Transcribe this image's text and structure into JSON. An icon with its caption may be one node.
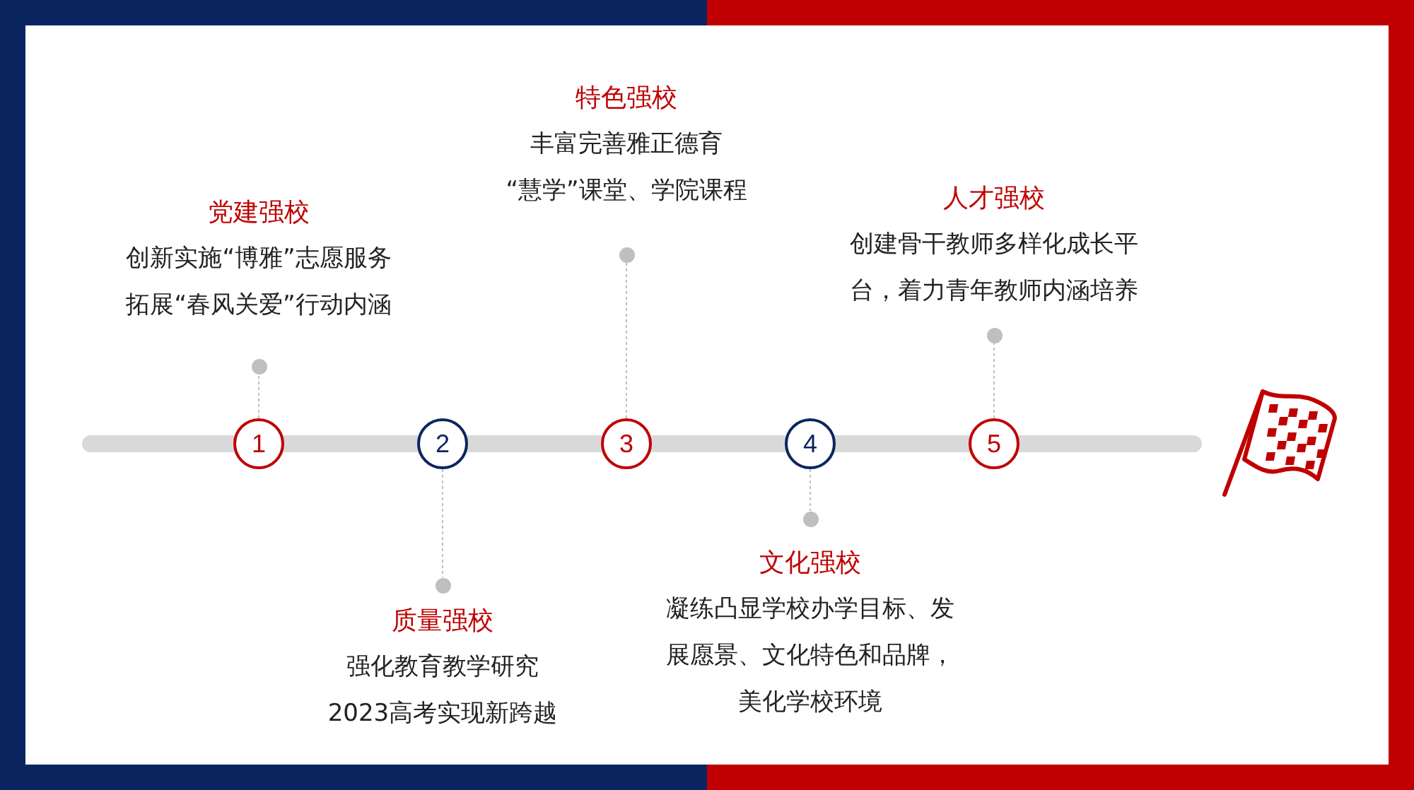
{
  "diagram": {
    "nodes": [
      {
        "text": [
          "1"
        ]
      },
      {
        "text": [
          "2"
        ]
      },
      {
        "text": [
          "3"
        ]
      },
      {
        "text": [
          "4"
        ]
      },
      {
        "text": [
          "5"
        ]
      },
      {
        "text": [],
        "shape": "circle",
        "beside": [
          "党建强校",
          "创新实施“博雅”志愿服务",
          "拓展“春风关爱”行动内涵"
        ]
      },
      {
        "text": [],
        "shape": "circle",
        "beside": [
          "质量强校",
          "强化教育教学研究",
          "2023高考实现新跨越"
        ]
      },
      {
        "text": [],
        "shape": "circle",
        "beside": [
          "特色强校",
          "丰富完善雅正德育",
          "“慧学”课堂、学院课程"
        ]
      },
      {
        "text": [],
        "shape": "circle",
        "beside": [
          "文化强校",
          "凝练凸显学校办学目标、发展愿景、文化特色和品牌，美化学校环境"
        ]
      },
      {
        "text": [],
        "shape": "circle",
        "beside": [
          "人才强校",
          "创建骨干教师多样化成长平台，着力青年教师内涵培养"
        ]
      }
    ],
    "edges": [
      {
        "from": 0,
        "to": 5,
        "arrow": "none",
        "style": "dashed"
      },
      {
        "from": 1,
        "to": 6,
        "arrow": "none",
        "style": "dashed"
      },
      {
        "from": 2,
        "to": 7,
        "arrow": "none",
        "style": "dashed"
      },
      {
        "from": 3,
        "to": 8,
        "arrow": "none",
        "style": "dashed"
      },
      {
        "from": 4,
        "to": 9,
        "arrow": "none",
        "style": "dashed"
      }
    ]
  }
}
